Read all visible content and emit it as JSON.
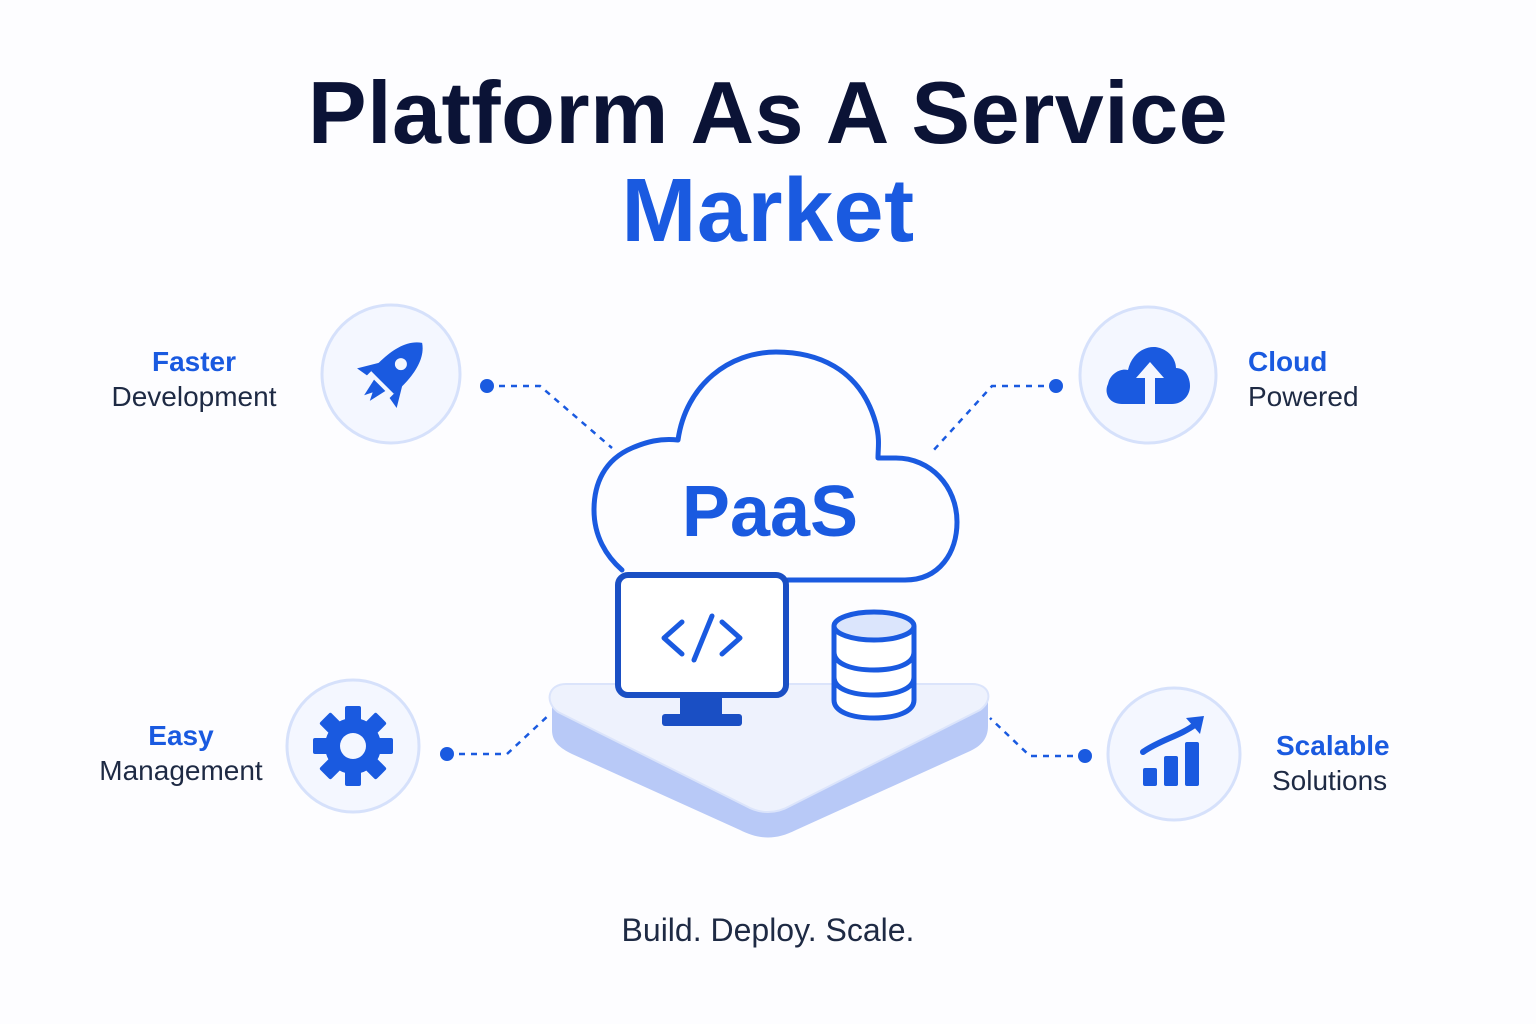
{
  "title": {
    "line1": "Platform As A Service",
    "line2": "Market"
  },
  "center": {
    "label": "PaaS"
  },
  "features": {
    "faster": {
      "accent": "Faster",
      "text": "Development",
      "icon": "rocket-icon"
    },
    "cloud": {
      "accent": "Cloud",
      "text": "Powered",
      "icon": "cloud-upload-icon"
    },
    "easy": {
      "accent": "Easy",
      "text": "Management",
      "icon": "gear-icon"
    },
    "scalable": {
      "accent": "Scalable",
      "text": "Solutions",
      "icon": "growth-chart-icon"
    }
  },
  "tagline": "Build. Deploy. Scale.",
  "colors": {
    "accent": "#1a5ae0",
    "dark": "#0b1336",
    "circle_fill": "#f4f7ff",
    "circle_stroke": "#d6e1fb",
    "platform_light": "#eef2fd",
    "platform_mid": "#b8c9f7"
  }
}
